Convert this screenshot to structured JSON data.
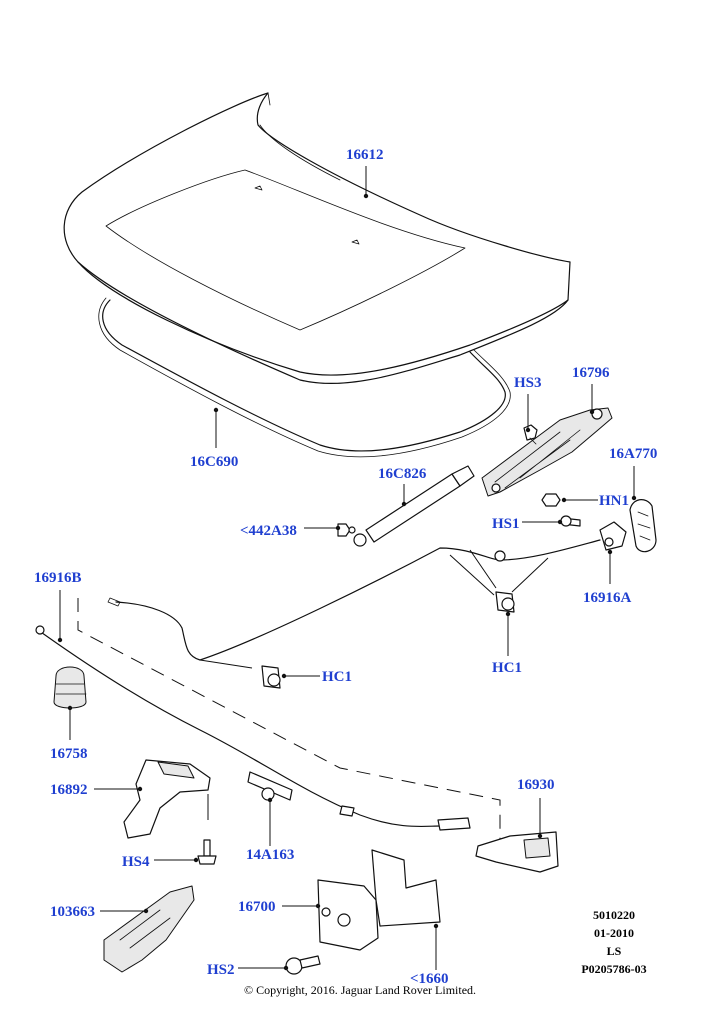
{
  "labels": [
    {
      "id": "16612",
      "text": "16612"
    },
    {
      "id": "16C690",
      "text": "16C690"
    },
    {
      "id": "HS3",
      "text": "HS3"
    },
    {
      "id": "16796",
      "text": "16796"
    },
    {
      "id": "16A770",
      "text": "16A770"
    },
    {
      "id": "16C826",
      "text": "16C826"
    },
    {
      "id": "HN1",
      "text": "HN1"
    },
    {
      "id": "442A38",
      "text": "<442A38"
    },
    {
      "id": "HS1",
      "text": "HS1"
    },
    {
      "id": "16916B",
      "text": "16916B"
    },
    {
      "id": "16916A",
      "text": "16916A"
    },
    {
      "id": "HC1-a",
      "text": "HC1"
    },
    {
      "id": "HC1-b",
      "text": "HC1"
    },
    {
      "id": "16758",
      "text": "16758"
    },
    {
      "id": "16892",
      "text": "16892"
    },
    {
      "id": "16930",
      "text": "16930"
    },
    {
      "id": "14A163",
      "text": "14A163"
    },
    {
      "id": "HS4",
      "text": "HS4"
    },
    {
      "id": "103663",
      "text": "103663"
    },
    {
      "id": "16700",
      "text": "16700"
    },
    {
      "id": "HS2",
      "text": "HS2"
    },
    {
      "id": "1660",
      "text": "<1660"
    }
  ],
  "reference": {
    "lines": [
      "5010220",
      "01-2010",
      "LS",
      "P0205786-03"
    ]
  },
  "copyright": "© Copyright, 2016. Jaguar Land Rover Limited.",
  "colors": {
    "label": "#1f3fd0",
    "ink": "#111111"
  }
}
